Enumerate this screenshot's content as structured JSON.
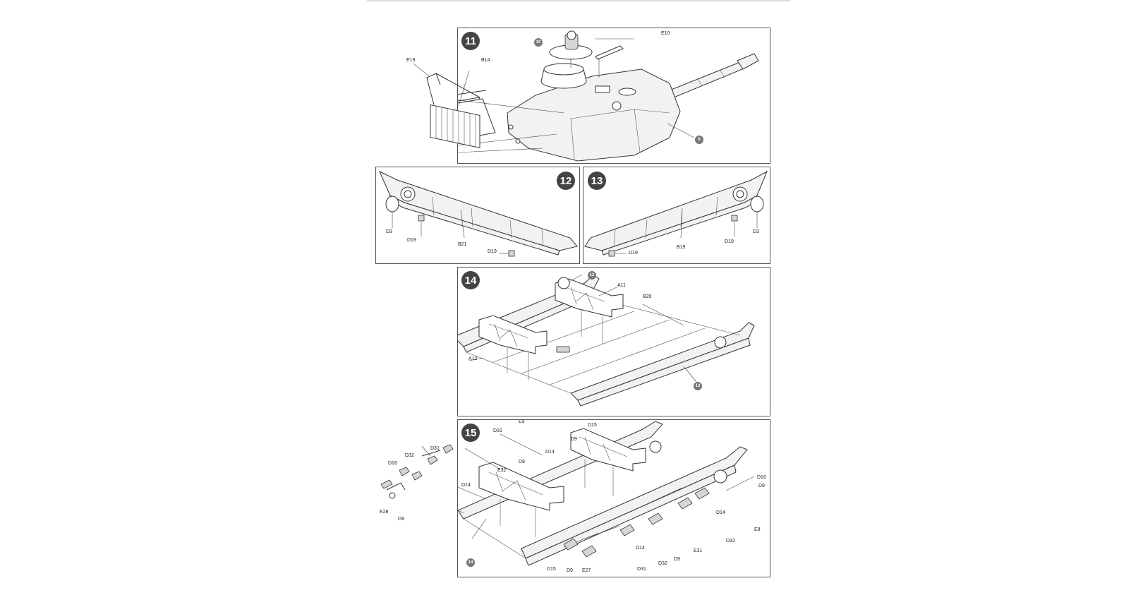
{
  "steps": {
    "s11": {
      "number": "11",
      "labels": {
        "e10": "E10",
        "e19": "E19",
        "b14": "B14"
      },
      "refs": {
        "r10": "10",
        "r8": "8"
      }
    },
    "s12": {
      "number": "12",
      "labels": {
        "d3": "D3",
        "d19a": "D19",
        "b21": "B21",
        "d19b": "D19"
      }
    },
    "s13": {
      "number": "13",
      "labels": {
        "d19a": "D19",
        "d3": "D3",
        "b19": "B19",
        "d19b": "D19"
      }
    },
    "s14": {
      "number": "14",
      "labels": {
        "a11": "A11",
        "b20": "B20",
        "a12": "A12"
      },
      "refs": {
        "r12": "12",
        "r13": "13"
      }
    },
    "s15": {
      "number": "15",
      "labels": {
        "e9": "E9",
        "d15a": "D15",
        "d31a": "D31",
        "d9a": "D9",
        "d14a": "D14",
        "d9b": "D9",
        "d31b": "D31",
        "e32": "E32",
        "d32a": "D32",
        "d16a": "D16",
        "d14b": "D14",
        "e28": "E28",
        "d9c": "D9",
        "d16b": "D16",
        "d9d": "D9",
        "d14c": "D14",
        "e8": "E8",
        "d32b": "D32",
        "e31": "E31",
        "d14d": "D14",
        "d9e": "D9",
        "d32c": "D32",
        "d15b": "D15",
        "d9f": "D9",
        "e27": "E27",
        "d31c": "D31"
      },
      "refs": {
        "r14": "14"
      }
    }
  }
}
